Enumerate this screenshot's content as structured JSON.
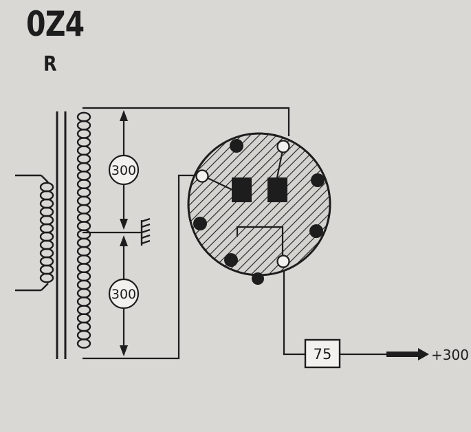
{
  "diagram": {
    "title": "0Z4",
    "subtitle": "R",
    "voltage_upper": "300",
    "voltage_lower": "300",
    "resistor_value": "75",
    "output_label": "+300"
  },
  "colors": {
    "background": "#d9d8d4",
    "ink": "#1d1d1d",
    "tube_fill": "#c9c8c4"
  }
}
